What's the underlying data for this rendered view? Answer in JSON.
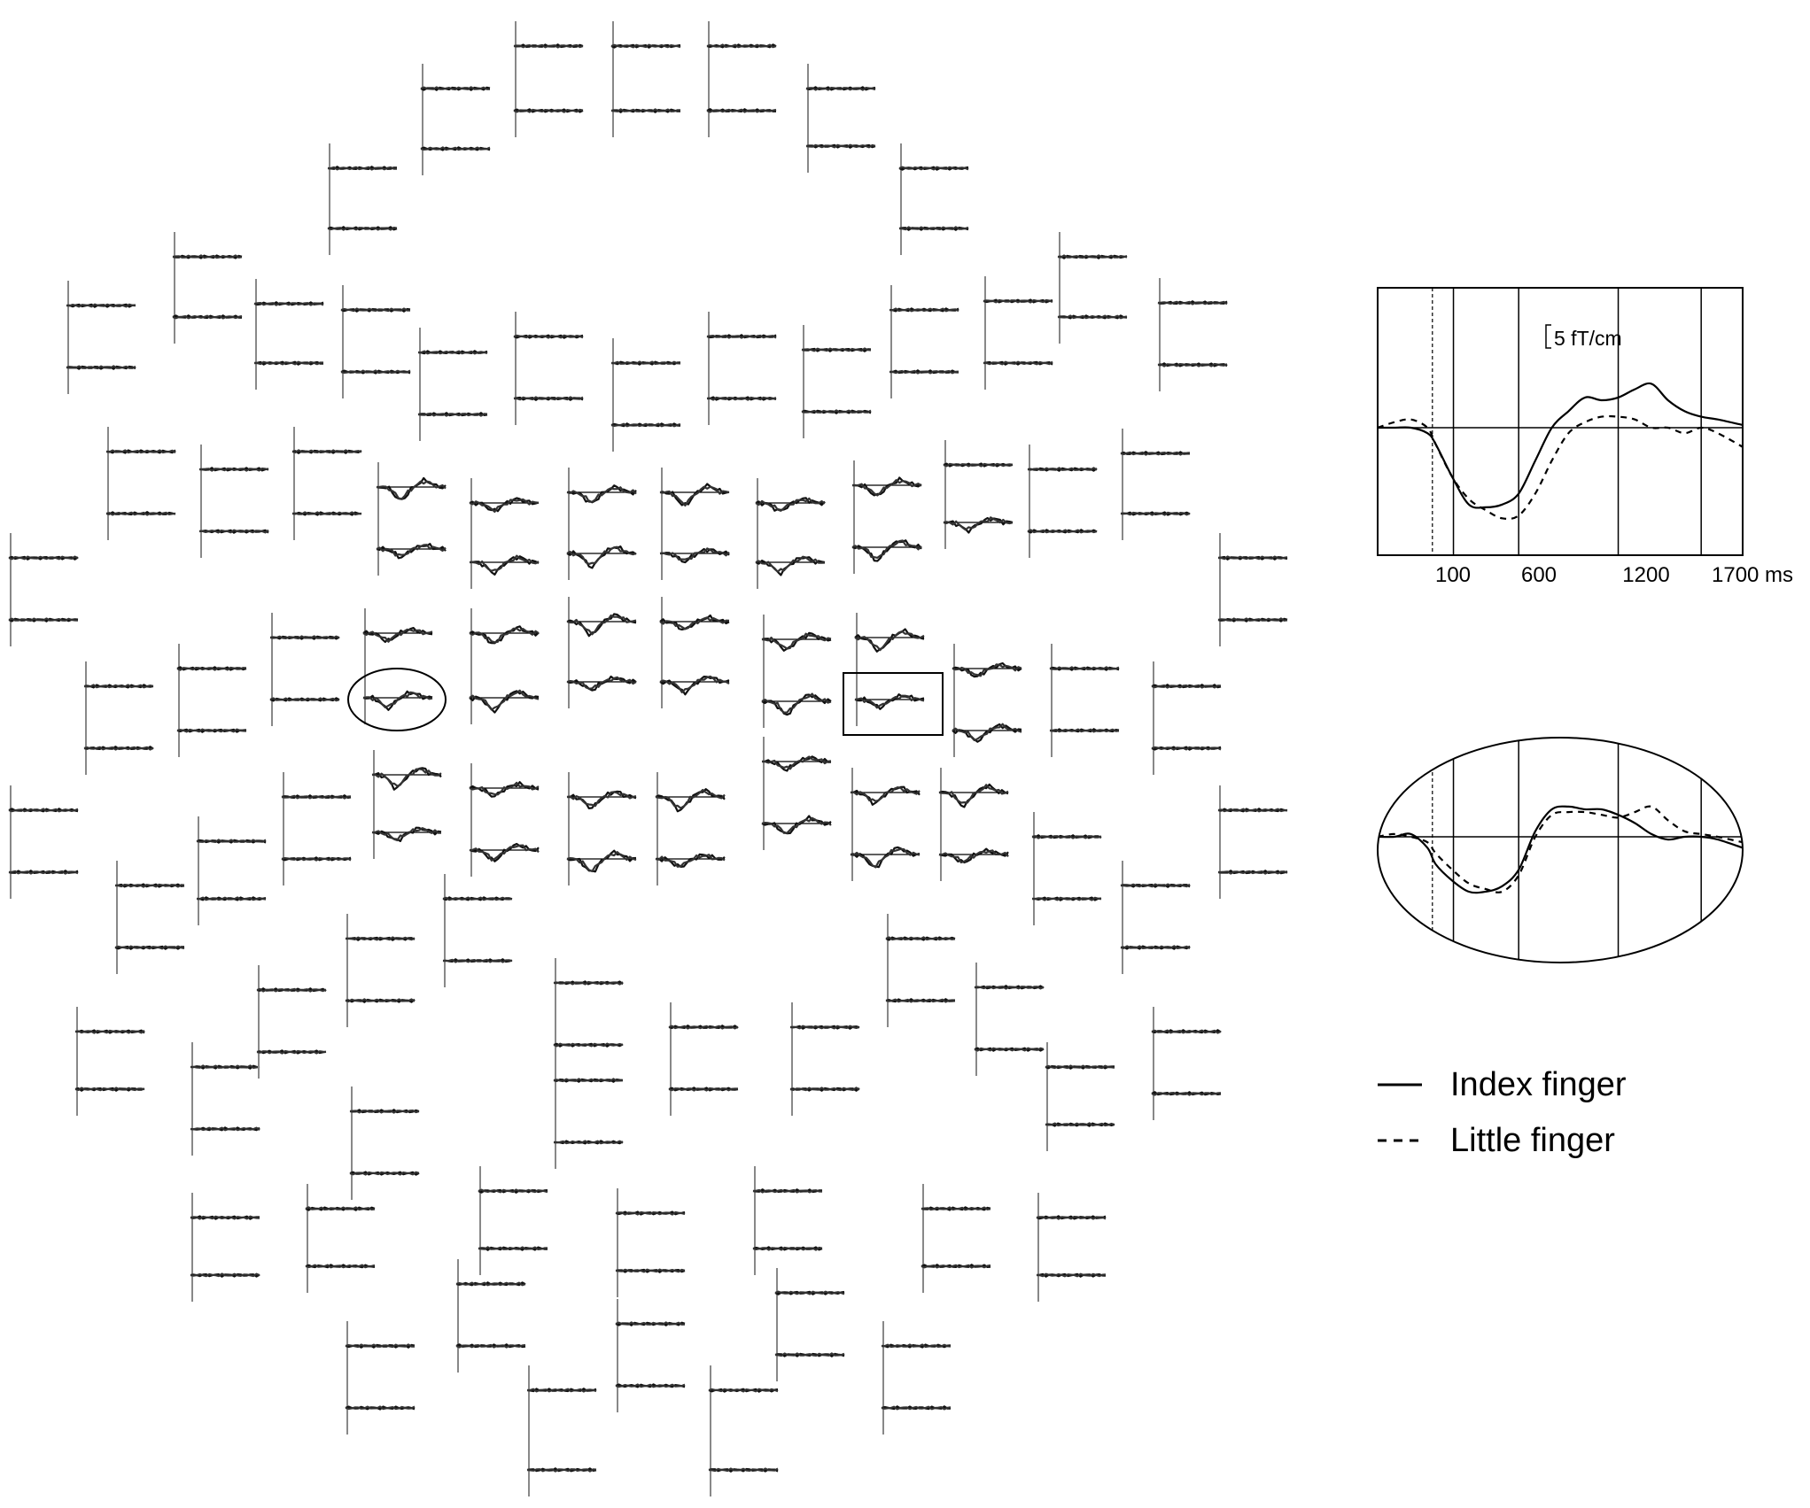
{
  "chart_data": {
    "type": "line",
    "title": "",
    "xlabel": "",
    "ylabel": "",
    "x_unit": "ms",
    "x_ticks": [
      100,
      600,
      1200,
      1700
    ],
    "x_tick_labels": [
      "100",
      "600",
      "1200",
      "1700 ms"
    ],
    "xlim": [
      -250,
      1950
    ],
    "scale_bar_label": "5 fT/cm",
    "scale_bar_value": 5,
    "ylim": [
      -20,
      20
    ],
    "stimulus_line_x": 80,
    "vertical_guides": [
      100,
      600,
      1200,
      1700
    ],
    "legend_position": "right",
    "legend": [
      {
        "name": "Index finger",
        "style": "solid"
      },
      {
        "name": "Little finger",
        "style": "dashed"
      }
    ],
    "enlarged_channels": [
      {
        "marker": "rectangle",
        "x": [
          -250,
          -150,
          -50,
          50,
          100,
          200,
          300,
          400,
          500,
          600,
          700,
          800,
          900,
          1000,
          1100,
          1200,
          1300,
          1400,
          1500,
          1600,
          1700,
          1800,
          1950
        ],
        "series": [
          {
            "name": "Index finger",
            "values": [
              0,
              0,
              0,
              -1,
              -3,
              -9,
              -14,
              -14.5,
              -14,
              -12,
              -6,
              0,
              3,
              5.5,
              5,
              5.5,
              7,
              8,
              5,
              3,
              2,
              1.5,
              0.5
            ]
          },
          {
            "name": "Little finger",
            "values": [
              0,
              1,
              1.5,
              0,
              -3,
              -9,
              -13,
              -15,
              -16.5,
              -16,
              -12,
              -6,
              -1,
              1,
              2,
              2,
              1.5,
              0,
              0,
              -1,
              0,
              -1,
              -3.5
            ]
          }
        ]
      },
      {
        "marker": "ellipse",
        "x": [
          -250,
          -150,
          -50,
          50,
          100,
          200,
          300,
          400,
          500,
          600,
          700,
          800,
          900,
          1000,
          1100,
          1200,
          1300,
          1400,
          1500,
          1600,
          1700,
          1800,
          1950
        ],
        "series": [
          {
            "name": "Index finger",
            "values": [
              0,
              0,
              0.5,
              -2,
              -5,
              -8,
              -10,
              -10,
              -9,
              -6,
              1,
              5,
              5.5,
              5,
              5,
              4,
              2.5,
              0.5,
              -0.5,
              0,
              0,
              -0.5,
              -2
            ]
          },
          {
            "name": "Little finger",
            "values": [
              0,
              0.5,
              0,
              -1,
              -3,
              -6,
              -8.5,
              -9.5,
              -10,
              -7,
              0,
              4,
              4.5,
              4.5,
              4,
              3.5,
              4.5,
              5.5,
              3,
              1,
              0.5,
              0,
              -1
            ]
          }
        ]
      }
    ],
    "sensor_array": {
      "channel_count": 204,
      "highlighted_channels": [
        "ellipse",
        "rectangle"
      ]
    }
  }
}
